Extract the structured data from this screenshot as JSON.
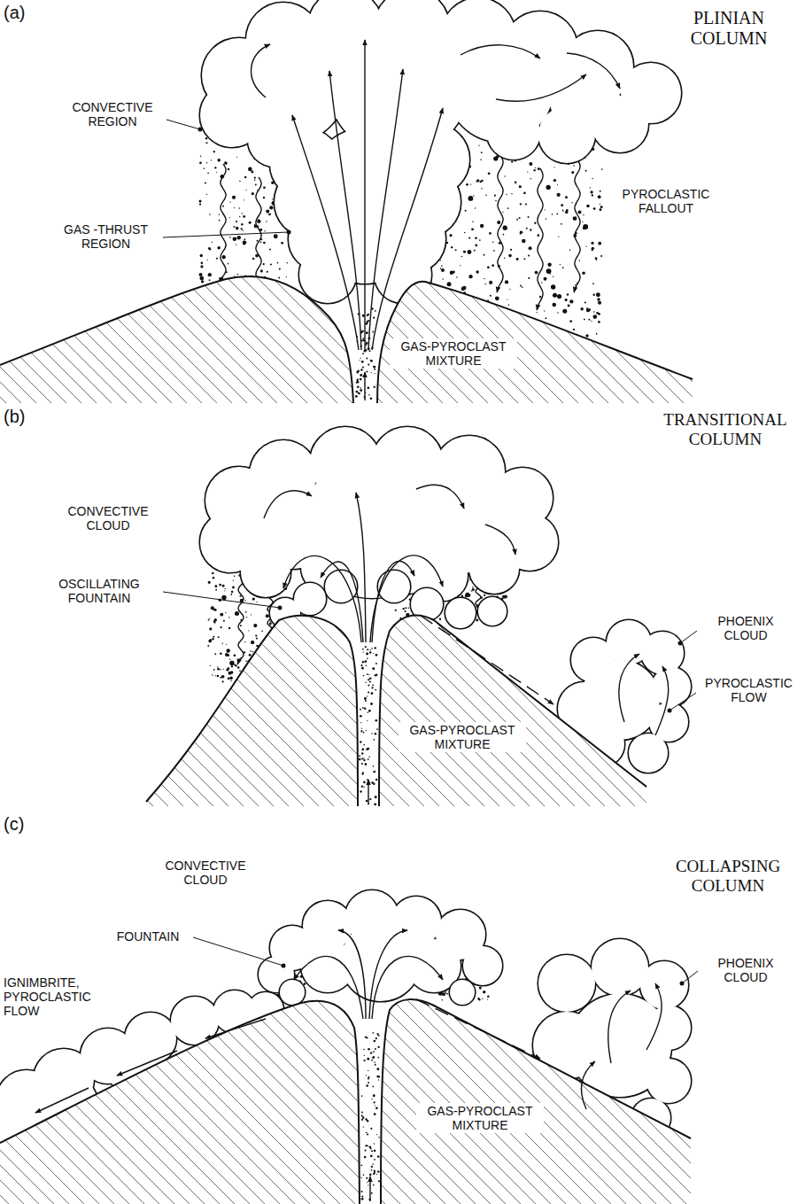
{
  "diagram": {
    "labels": [
      "(a)",
      "PLINIAN COLUMN",
      "CONVECTIVE REGION",
      "GAS -THRUST REGION",
      "PYROCLASTIC FALLOUT",
      "GAS-PYROCLAST MIXTURE",
      "(b)",
      "TRANSITIONAL COLUMN",
      "CONVECTIVE CLOUD",
      "OSCILLATING FOUNTAIN",
      "PHOENIX CLOUD",
      "PYROCLASTIC FLOW",
      "GAS-PYROCLAST MIXTURE",
      "(c)",
      "CONVECTIVE CLOUD",
      "COLLAPSING COLUMN",
      "FOUNTAIN",
      "PHOENIX CLOUD",
      "IGNIMBRITE, PYROCLASTIC FLOW",
      "GAS-PYROCLAST MIXTURE"
    ]
  }
}
